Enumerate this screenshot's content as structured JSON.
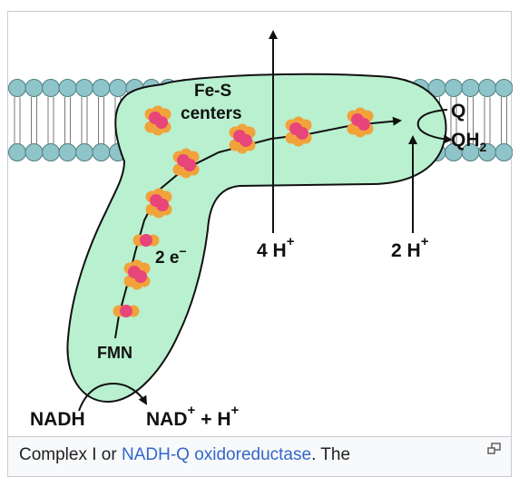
{
  "figure": {
    "labels": {
      "fes_line1": "Fe-S",
      "fes_line2": "centers",
      "electrons": "2 e",
      "electrons_sup": "−",
      "four_h": "4 H",
      "four_h_sup": "+",
      "two_h": "2 H",
      "two_h_sup": "+",
      "q": "Q",
      "qh2": "QH",
      "qh2_sub": "2",
      "fmn": "FMN",
      "nadh": "NADH",
      "nad": "NAD",
      "nad_sup": "+",
      "plus_h": "+ H",
      "plus_h_sup": "+"
    },
    "colors": {
      "complex_fill": "#b9f0cf",
      "lipid_head": "#8fc4c8",
      "cluster_orange": "#f2a23a",
      "cluster_pink": "#e8457a",
      "ink": "#111111"
    }
  },
  "caption": {
    "prefix": "Complex I or ",
    "link_text": "NADH-Q oxidoreductase",
    "suffix": ". The"
  },
  "icons": {
    "enlarge": "enlarge-icon"
  }
}
